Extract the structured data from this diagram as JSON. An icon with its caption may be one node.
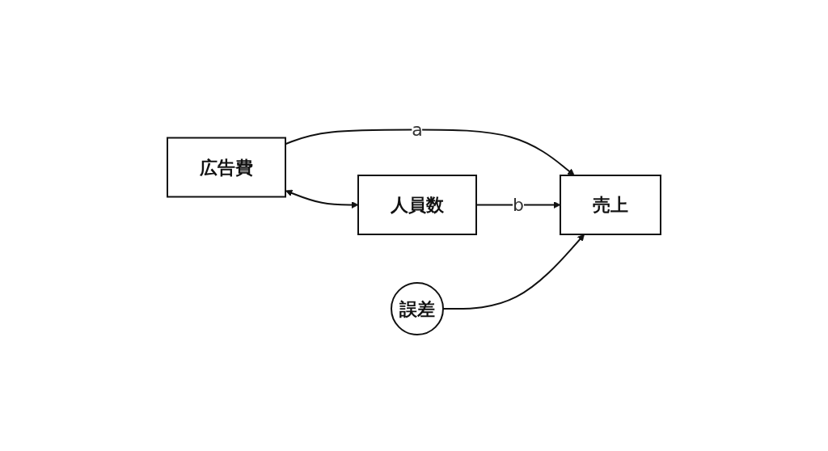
{
  "diagram": {
    "nodes": [
      {
        "text": [
          "広告費"
        ]
      },
      {
        "text": [
          "人員数"
        ]
      },
      {
        "text": [
          "売上"
        ]
      },
      {
        "text": [
          "誤差"
        ]
      }
    ],
    "edges": [
      {
        "from": 0,
        "to": 2,
        "arrow": "to",
        "label": "a"
      },
      {
        "from": 1,
        "to": 2,
        "arrow": "to",
        "label": "b"
      },
      {
        "from": 3,
        "to": 2,
        "arrow": "to"
      },
      {
        "from": 0,
        "to": 1,
        "arrow": "both"
      }
    ]
  }
}
